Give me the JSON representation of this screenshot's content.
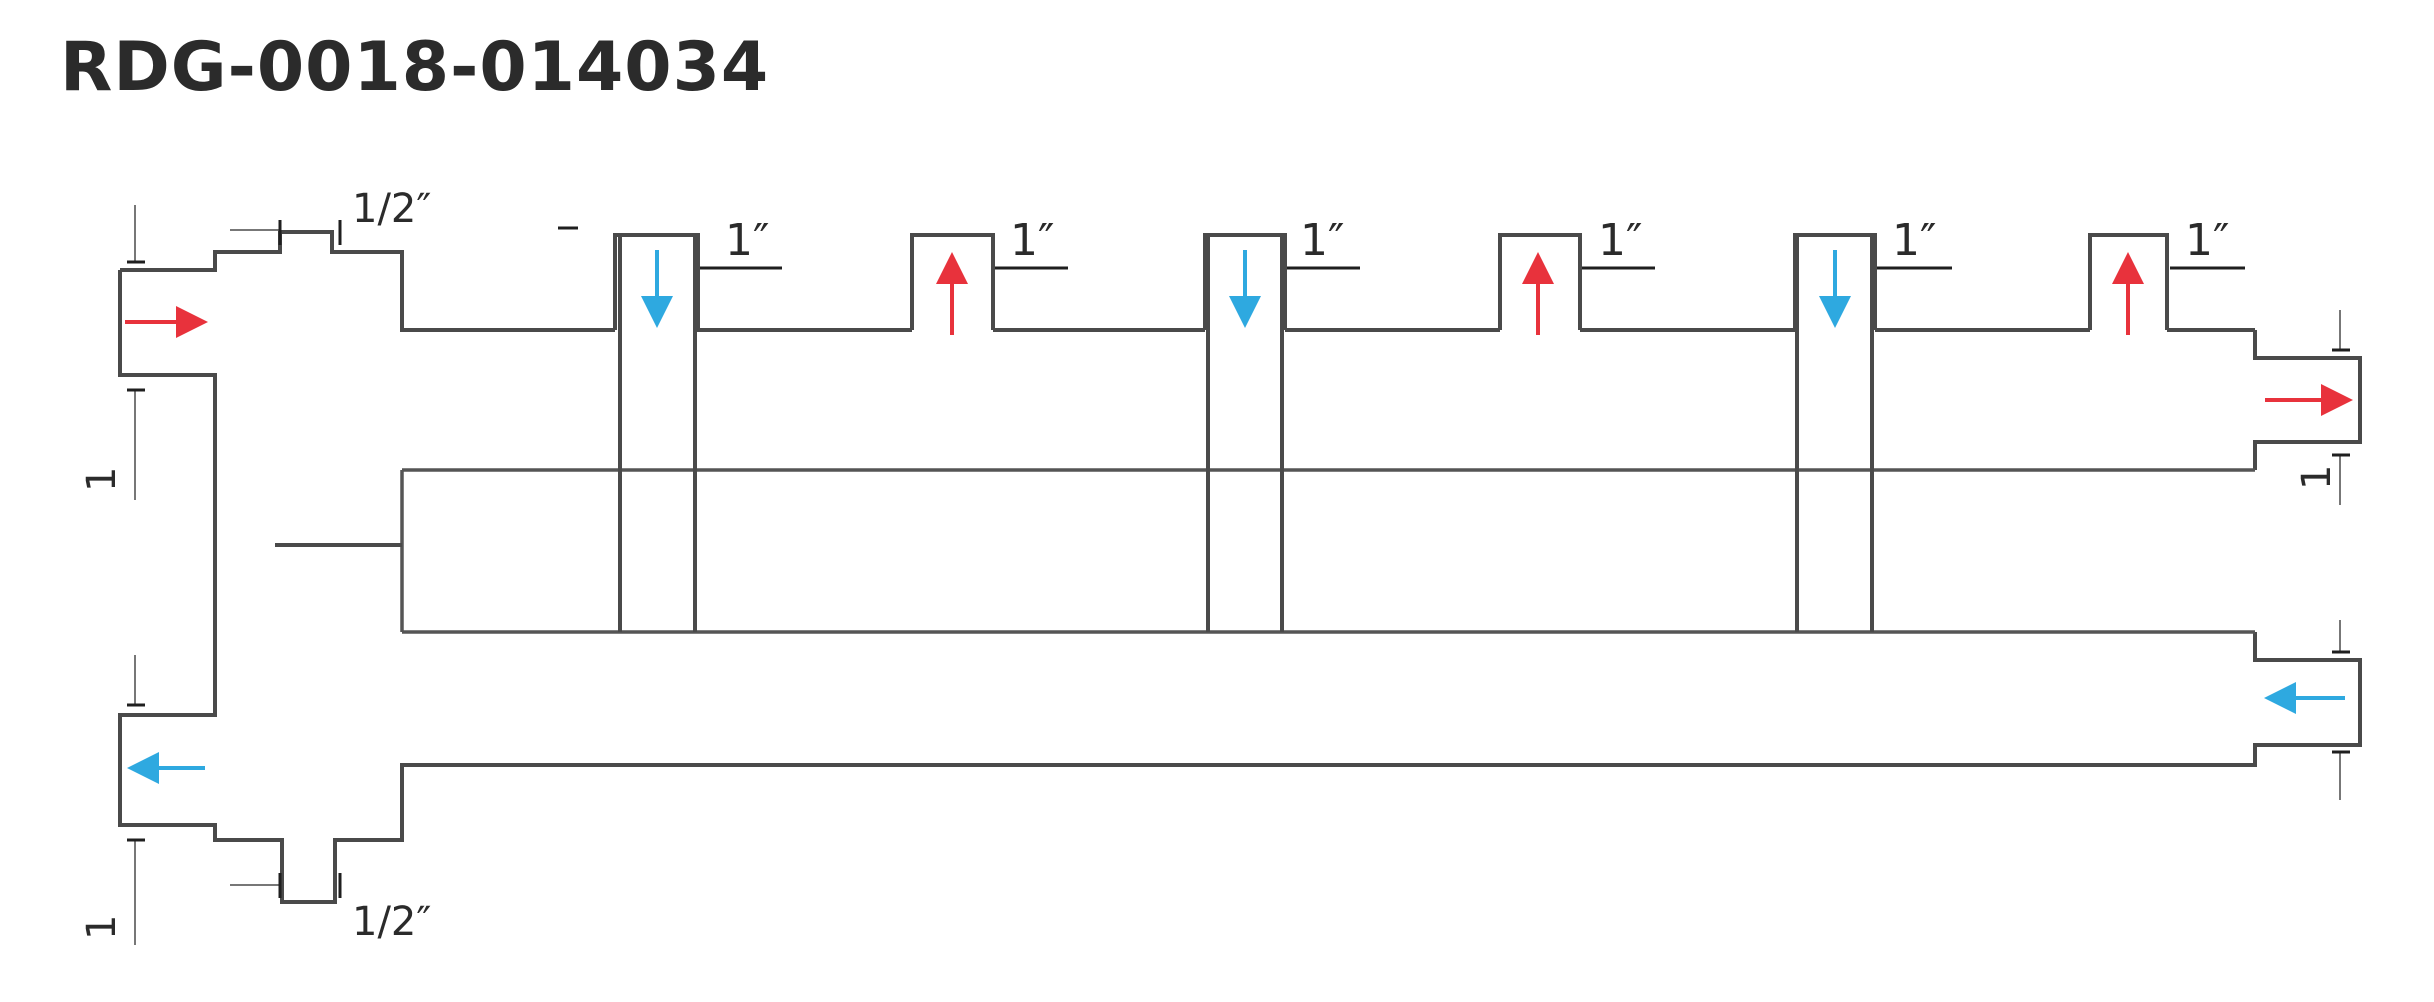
{
  "title": "RDG-0018-014034",
  "colors": {
    "supply": "#e8323c",
    "return": "#2ea9e0",
    "line": "#4a4a4a"
  },
  "labels": {
    "half_inch": "1/2″",
    "one_inch": "1″",
    "one": "1"
  },
  "outlets": [
    {
      "size": "1″",
      "flow": "return"
    },
    {
      "size": "1″",
      "flow": "supply"
    },
    {
      "size": "1″",
      "flow": "return"
    },
    {
      "size": "1″",
      "flow": "supply"
    },
    {
      "size": "1″",
      "flow": "return"
    },
    {
      "size": "1″",
      "flow": "supply"
    }
  ]
}
